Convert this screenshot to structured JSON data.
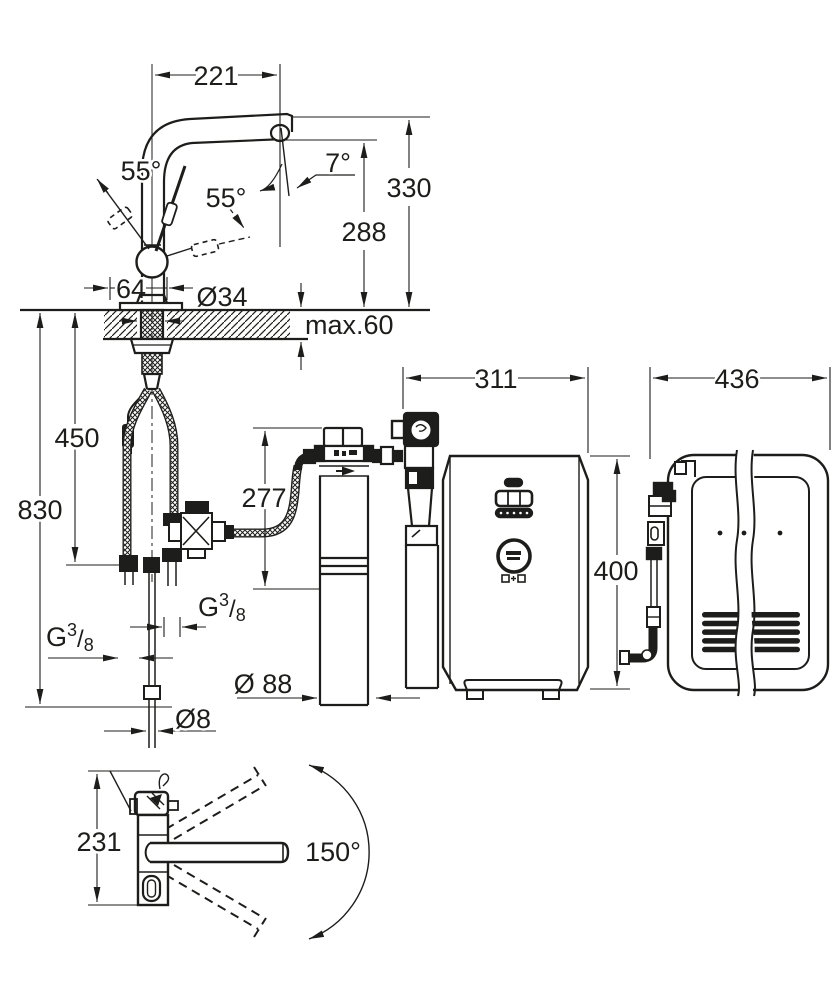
{
  "colors": {
    "line": "#1d1d1b",
    "background": "#ffffff"
  },
  "drawing": {
    "front_view": {
      "spout_reach": "221",
      "total_height": "330",
      "outlet_height": "288",
      "handle_angle_left": "55°",
      "handle_angle_right": "55°",
      "outlet_angle": "7°",
      "handle_offset": "64",
      "hole_diameter": "Ø34",
      "max_counter_thickness": "max.60"
    },
    "under_counter": {
      "hose_length": "450",
      "clearance_height": "830",
      "filter_height": "277",
      "filter_diameter": "Ø 88",
      "pipe_diameter": "Ø8",
      "thread_left": {
        "letter": "G",
        "numerator": "3",
        "slash": "/",
        "denominator": "8"
      },
      "thread_right": {
        "letter": "G",
        "numerator": "3",
        "slash": "/",
        "denominator": "8"
      }
    },
    "cooler_front_view": {
      "width": "311",
      "height": "400"
    },
    "cooler_side_view": {
      "depth": "436"
    },
    "top_view": {
      "body_height": "231",
      "swivel_angle": "150°"
    }
  }
}
